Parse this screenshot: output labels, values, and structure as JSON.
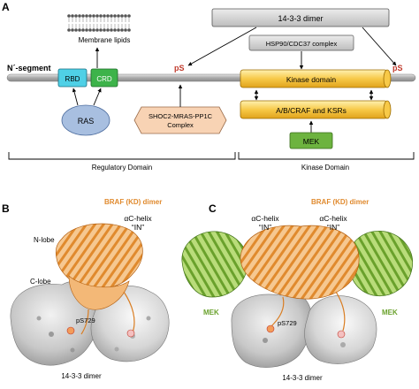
{
  "panels": {
    "a": "A",
    "b": "B",
    "c": "C"
  },
  "panel_a": {
    "dimer_box": "14-3-3 dimer",
    "membrane_lipids": "Membrane lipids",
    "n_segment": "N´-segment",
    "rbd": "RBD",
    "crd": "CRD",
    "ps_left": "pS",
    "ps_right": "pS",
    "ras": "RAS",
    "hsp90": "HSP90/CDC37 complex",
    "kinase_domain": "Kinase domain",
    "ab_craf": "A/B/CRAF and KSRs",
    "shoc2_line1": "SHOC2-MRAS-PP1C",
    "shoc2_line2": "Complex",
    "mek": "MEK",
    "regulatory_domain": "Regulatory Domain",
    "kinase_domain_label": "Kinase Domain"
  },
  "panel_b": {
    "title": "BRAF (KD) dimer",
    "helix1_a": "αC-helix",
    "helix1_b": "“IN”",
    "n_lobe": "N-lobe",
    "c_lobe": "C-lobe",
    "ps729": "pS729",
    "dimer": "14-3-3 dimer"
  },
  "panel_c": {
    "title": "BRAF (KD) dimer",
    "helix_a": "αC-helix",
    "helix_b": "“IN”",
    "mek_left": "MEK",
    "mek_right": "MEK",
    "ps729": "pS729",
    "dimer": "14-3-3 dimer"
  },
  "colors": {
    "orange": "#e6a23c",
    "green": "#7ab648",
    "gray": "#bfbfbf",
    "red": "#c0392b"
  }
}
